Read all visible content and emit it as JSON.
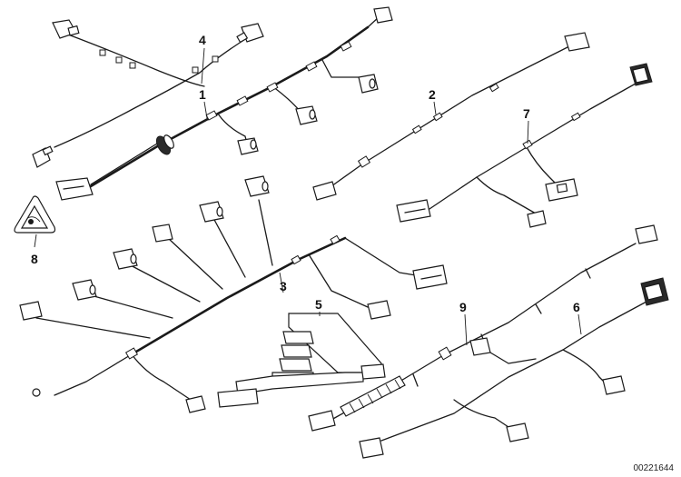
{
  "callouts": {
    "c1": "1",
    "c2": "2",
    "c3": "3",
    "c4": "4",
    "c5": "5",
    "c6": "6",
    "c7": "7",
    "c8": "8",
    "c9": "9"
  },
  "footer": {
    "image_number": "00221644"
  }
}
